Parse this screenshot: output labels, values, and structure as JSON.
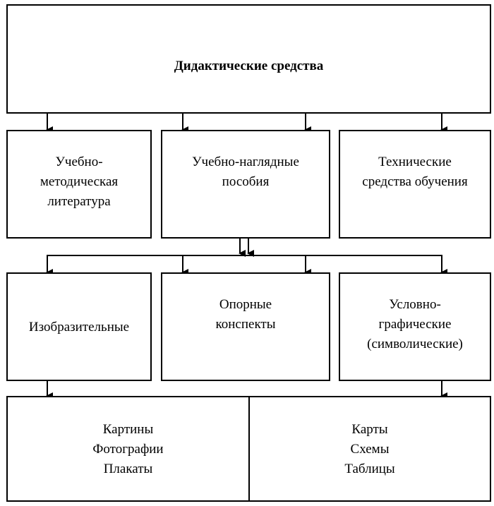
{
  "diagram": {
    "root": {
      "label": "Дидактические средства"
    },
    "level1": [
      {
        "label": "Учебно-\nметодическая\nлитература"
      },
      {
        "label": "Учебно-наглядные\nпособия"
      },
      {
        "label": "Технические\nсредства обучения"
      }
    ],
    "level2": [
      {
        "label": "Изобразительные"
      },
      {
        "label": "Опорные\nконспекты"
      },
      {
        "label": "Условно-\nграфические\n(символические)"
      }
    ],
    "level3": [
      {
        "label": "Картины\nФотографии\nПлакаты"
      },
      {
        "label": "Карты\nСхемы\nТаблицы"
      }
    ]
  }
}
